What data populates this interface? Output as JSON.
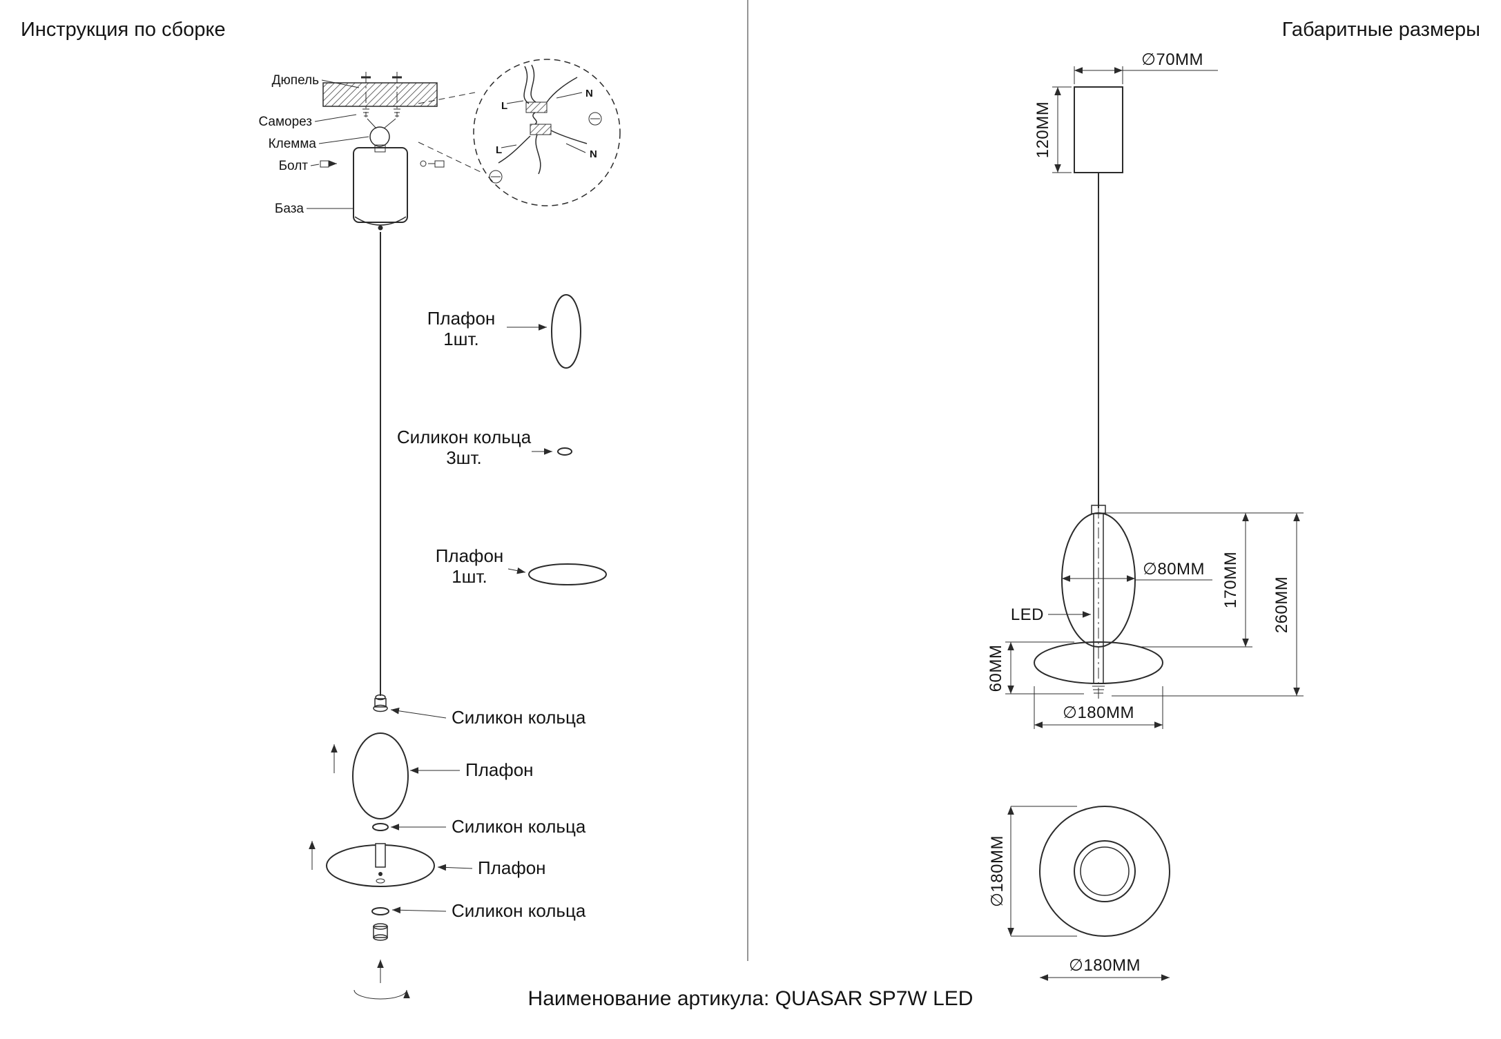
{
  "titles": {
    "left": "Инструкция по сборке",
    "right": "Габаритные размеры"
  },
  "footer": {
    "article": "Наименование артикула: QUASAR SP7W LED"
  },
  "assembly": {
    "mount_labels": {
      "dowel": "Дюпель",
      "screw": "Саморез",
      "clamp": "Клемма",
      "bolt": "Болт",
      "base": "База"
    },
    "wiring": {
      "l_top": "L",
      "n_top": "N",
      "l_bottom": "L",
      "n_bottom": "N"
    },
    "parts": {
      "shade1_label": "Плафон",
      "shade1_qty": "1шт.",
      "rings_label": "Силикон кольца",
      "rings_qty": "3шт.",
      "shade2_label": "Плафон",
      "shade2_qty": "1шт."
    },
    "sequence": {
      "ring1": "Силикон кольца",
      "shade1": "Плафон",
      "ring2": "Силикон кольца",
      "shade2": "Плафон",
      "ring3": "Силикон кольца"
    }
  },
  "dimensions": {
    "canopy_diameter": "∅70MM",
    "canopy_height": "120MM",
    "shade_diameter": "∅80MM",
    "led": "LED",
    "shade_height": "170MM",
    "hang_height": "260MM",
    "disc_height": "60MM",
    "disc_diameter": "∅180MM",
    "bottom_diameter_side": "∅180MM",
    "bottom_diameter_bottom": "∅180MM"
  }
}
